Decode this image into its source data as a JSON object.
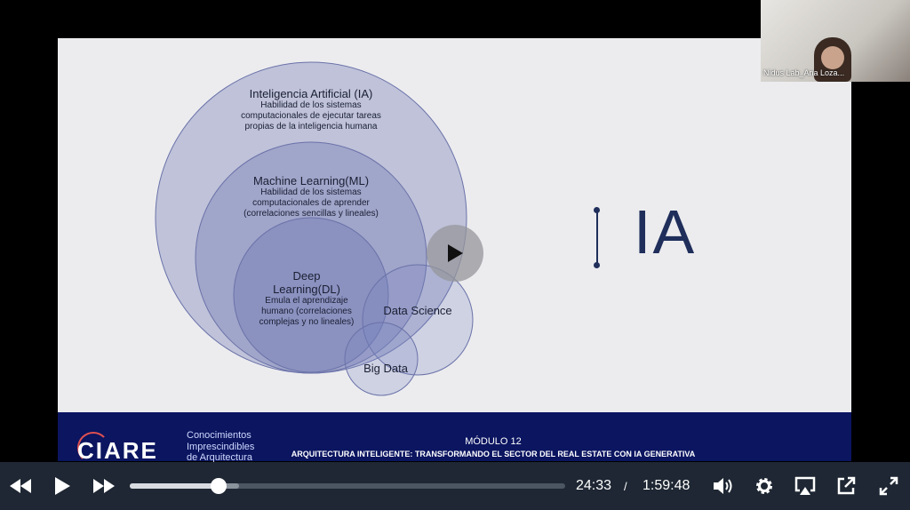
{
  "slide": {
    "circles": [
      {
        "title": "Inteligencia Artificial (IA)",
        "desc": [
          "Habilidad de los sistemas",
          "computacionales de ejecutar tareas",
          "propias de la inteligencia humana"
        ]
      },
      {
        "title": "Machine Learning(ML)",
        "desc": [
          "Habilidad de los sistemas",
          "computacionales de aprender",
          "(correlaciones sencillas y lineales)"
        ]
      },
      {
        "title": [
          "Deep",
          "Learning(DL)"
        ],
        "desc": [
          "Emula el aprendizaje",
          "humano (correlaciones",
          "complejas  y no lineales)"
        ]
      },
      {
        "title": "Data Science"
      },
      {
        "title": "Big Data"
      }
    ],
    "heading": "IA",
    "footer": {
      "logo": "CIARE",
      "tagline": [
        "Conocimientos",
        "Imprescindibles",
        "de Arquitectura"
      ],
      "module": "MÓDULO 12",
      "course": "ARQUITECTURA INTELIGENTE: TRANSFORMANDO EL SECTOR DEL REAL ESTATE CON IA GENERATIVA"
    }
  },
  "webcam": {
    "name": "Nidus Lab_Ana Loza..."
  },
  "player": {
    "current_time": "24:33",
    "separator": "/",
    "duration": "1:59:48",
    "progress": 0.205,
    "buffered": 0.25
  }
}
